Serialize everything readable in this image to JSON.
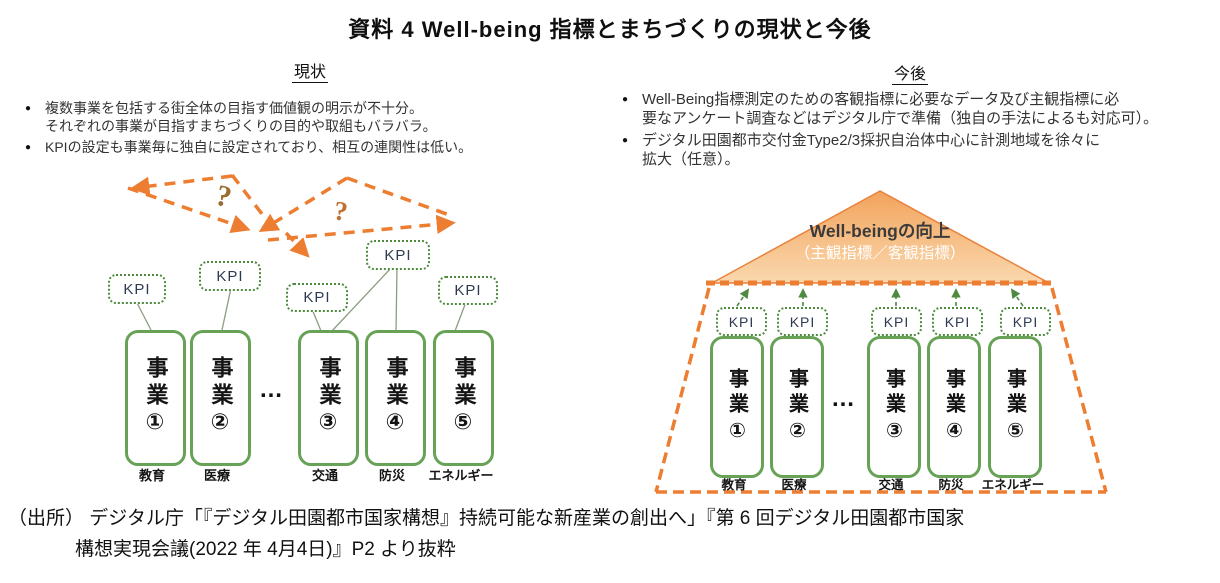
{
  "title": "資料 4  Well-being 指標とまちづくりの現状と今後",
  "current": {
    "heading": "現状",
    "bullets": [
      "複数事業を包括する街全体の目指す価値観の明示が不十分。\nそれぞれの事業が目指すまちづくりの目的や取組もバラバラ。",
      "KPIの設定も事業毎に独自に設定されており、相互の連関性は低い。"
    ],
    "question_marks": [
      "?",
      "?"
    ]
  },
  "future": {
    "heading": "今後",
    "bullets": [
      "Well-Being指標測定のための客観指標に必要なデータ及び主観指標に必\n要なアンケート調査などはデジタル庁で準備（独自の手法によるも対応可）。",
      "デジタル田園都市交付金Type2/3採択自治体中心に計測地域を徐々に\n拡大（任意）。"
    ],
    "roof": {
      "title": "Well-beingの向上",
      "subtitle": "（主観指標／客観指標）"
    }
  },
  "kpi": {
    "label": "KPI"
  },
  "ellipsis": "…",
  "projects": [
    {
      "label": "事業①",
      "category": "教育"
    },
    {
      "label": "事業②",
      "category": "医療"
    },
    {
      "label": "事業③",
      "category": "交通"
    },
    {
      "label": "事業④",
      "category": "防災"
    },
    {
      "label": "事業⑤",
      "category": "エネルギー"
    }
  ],
  "source": {
    "line1": "（出所） デジタル庁「『デジタル田園都市国家構想』持続可能な新産業の創出へ」『第 6 回デジタル田園都市国家",
    "line2": "構想実現会議(2022 年 4月4日)』P2 より抜粋"
  },
  "colors": {
    "orange": "#ED7D31",
    "kpi_green": "#4E8B3F",
    "box_green": "#67A257",
    "roof_fill_top": "#F2A35C",
    "roof_fill_bottom": "#FAD8AE"
  }
}
